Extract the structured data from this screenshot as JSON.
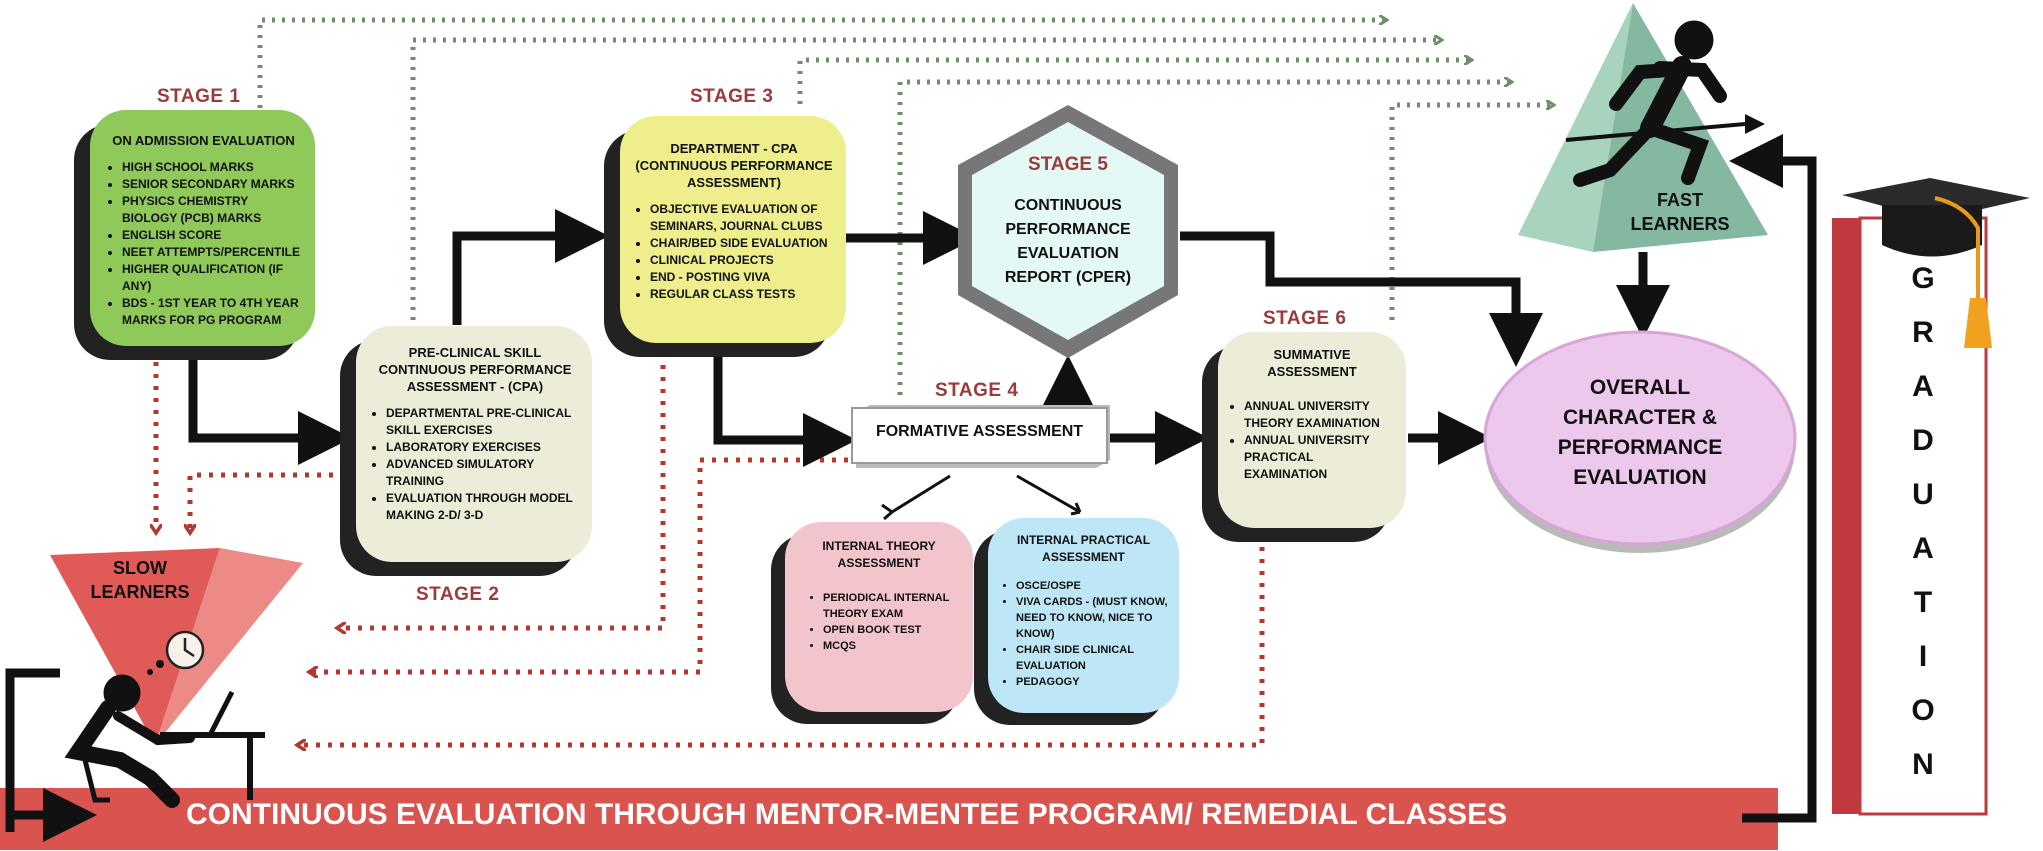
{
  "stage1": {
    "label": "STAGE 1",
    "title": "ON ADMISSION EVALUATION",
    "items": [
      "HIGH SCHOOL MARKS",
      "SENIOR SECONDARY MARKS",
      "PHYSICS CHEMISTRY BIOLOGY (PCB) MARKS",
      "ENGLISH SCORE",
      "NEET ATTEMPTS/PERCENTILE",
      "HIGHER QUALIFICATION (IF ANY)",
      "BDS - 1ST YEAR TO 4TH YEAR MARKS FOR PG PROGRAM"
    ]
  },
  "stage2": {
    "label": "STAGE 2",
    "title": "PRE-CLINICAL SKILL CONTINUOUS PERFORMANCE ASSESSMENT - (CPA)",
    "items": [
      "DEPARTMENTAL PRE-CLINICAL SKILL EXERCISES",
      "LABORATORY EXERCISES",
      "ADVANCED SIMULATORY TRAINING",
      "EVALUATION THROUGH MODEL MAKING 2-D/ 3-D"
    ]
  },
  "stage3": {
    "label": "STAGE 3",
    "title": "DEPARTMENT - CPA (CONTINUOUS PERFORMANCE ASSESSMENT)",
    "items": [
      "OBJECTIVE EVALUATION OF SEMINARS, JOURNAL CLUBS",
      "CHAIR/BED SIDE EVALUATION",
      "CLINICAL PROJECTS",
      "END - POSTING VIVA",
      "REGULAR CLASS TESTS"
    ]
  },
  "stage4": {
    "label": "STAGE 4",
    "title": "FORMATIVE ASSESSMENT"
  },
  "stage5": {
    "label": "STAGE 5",
    "title": "CONTINUOUS PERFORMANCE EVALUATION REPORT (CPER)"
  },
  "stage6": {
    "label": "STAGE 6",
    "title": "SUMMATIVE ASSESSMENT",
    "items": [
      "ANNUAL UNIVERSITY THEORY EXAMINATION",
      "ANNUAL UNIVERSITY PRACTICAL EXAMINATION"
    ]
  },
  "internal_theory": {
    "title": "INTERNAL THEORY ASSESSMENT",
    "items": [
      "PERIODICAL INTERNAL THEORY EXAM",
      "OPEN BOOK TEST",
      "MCQS"
    ]
  },
  "internal_practical": {
    "title": "INTERNAL PRACTICAL ASSESSMENT",
    "items": [
      "OSCE/OSPE",
      "VIVA CARDS - (MUST KNOW, NEED TO KNOW, NICE TO KNOW)",
      "CHAIR SIDE CLINICAL EVALUATION",
      "PEDAGOGY"
    ]
  },
  "overall": {
    "title": "OVERALL CHARACTER & PERFORMANCE EVALUATION"
  },
  "fast_learners": {
    "title": "FAST LEARNERS"
  },
  "slow_learners": {
    "title": "SLOW LEARNERS"
  },
  "graduation": {
    "letters": [
      "G",
      "R",
      "A",
      "D",
      "U",
      "A",
      "T",
      "I",
      "O",
      "N"
    ]
  },
  "footer": {
    "text": "CONTINUOUS EVALUATION THROUGH MENTOR-MENTEE  PROGRAM/ REMEDIAL CLASSES"
  },
  "colors": {
    "stage1_fill": "#8fc95a",
    "stage2_fill": "#ececd9",
    "stage3_fill": "#eeee8c",
    "stage6_fill": "#ececd9",
    "theory_fill": "#f2c4cc",
    "practical_fill": "#bde6f6",
    "overall_fill": "#ecc8ec",
    "stage_label": "#9b3b3b",
    "footer_band": "#d9534f",
    "green_dotted": "#6f8f6a",
    "red_dotted": "#b5362e",
    "pyramid": "#97c7b0",
    "slow_cone": "#e46a66"
  },
  "icons": [
    "graduation-cap-icon",
    "runner-icon",
    "stressed-person-at-desk-icon",
    "clock-icon"
  ]
}
